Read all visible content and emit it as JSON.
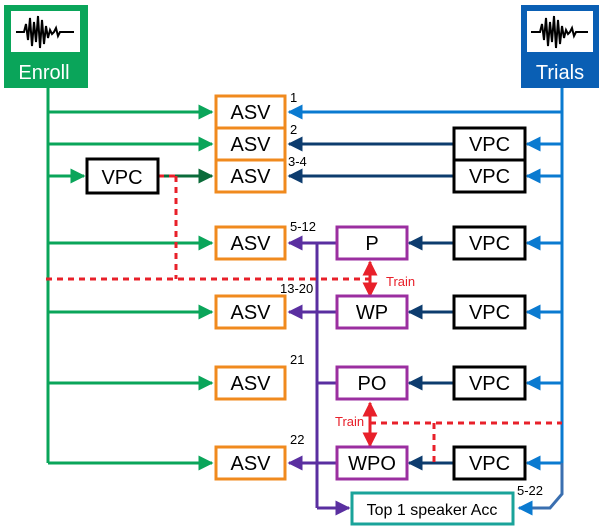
{
  "enroll": {
    "label": "Enroll",
    "icon": "waveform-icon",
    "color": "#0aa55a"
  },
  "trials": {
    "label": "Trials",
    "icon": "waveform-icon",
    "color": "#0a5fb4"
  },
  "colors": {
    "asv": "#f08a1e",
    "attacker": "#9b2fa0",
    "vpc": "#000000",
    "result": "#1aa39a",
    "dark_blue": "#0d3c6e",
    "purple_line": "#5a2fa0",
    "train": "#e8202a",
    "dark_green": "#0b6b3a"
  },
  "asv_label": "ASV",
  "vpc_label": "VPC",
  "rows": [
    {
      "number": "1"
    },
    {
      "number": "2"
    },
    {
      "number": "3-4"
    },
    {
      "number": "5-12",
      "attacker": "P"
    },
    {
      "number": "13-20",
      "attacker": "WP"
    },
    {
      "number": "21",
      "attacker": "PO"
    },
    {
      "number": "22",
      "attacker": "WPO"
    }
  ],
  "train_label": "Train",
  "result": {
    "label": "Top 1 speaker Acc",
    "number": "5-22"
  }
}
